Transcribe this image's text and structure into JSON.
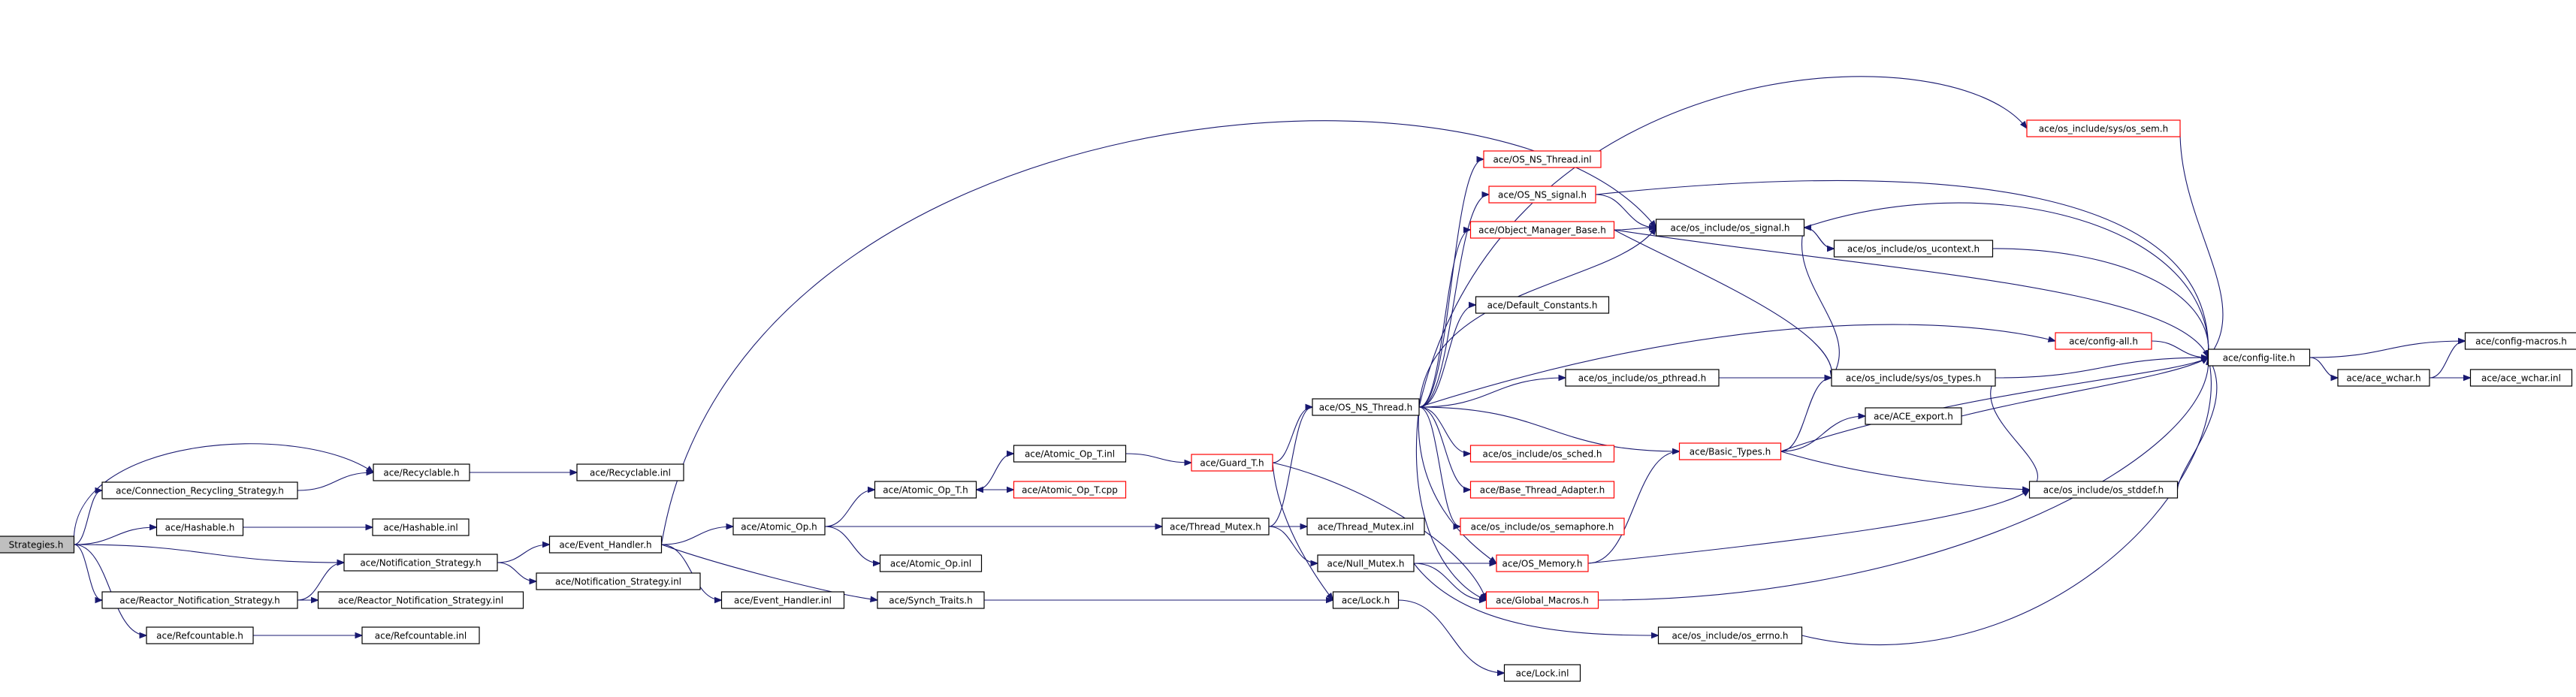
{
  "graph": {
    "kind": "include-dependency-graph",
    "colors": {
      "edge": "#191970",
      "root_fill": "#bfbfbf",
      "node_border": "#000000",
      "truncated_border": "#ff0000"
    },
    "nodes": [
      {
        "id": "strategies",
        "label": "Strategies.h",
        "style": "root"
      },
      {
        "id": "conn_recycling",
        "label": "ace/Connection_Recycling_Strategy.h",
        "style": "normal"
      },
      {
        "id": "hashable",
        "label": "ace/Hashable.h",
        "style": "normal"
      },
      {
        "id": "notification",
        "label": "ace/Notification_Strategy.h",
        "style": "normal"
      },
      {
        "id": "reactor_notif",
        "label": "ace/Reactor_Notification_Strategy.h",
        "style": "normal"
      },
      {
        "id": "refcountable",
        "label": "ace/Refcountable.h",
        "style": "normal"
      },
      {
        "id": "recyclable",
        "label": "ace/Recyclable.h",
        "style": "normal"
      },
      {
        "id": "recyclable_inl",
        "label": "ace/Recyclable.inl",
        "style": "normal"
      },
      {
        "id": "hashable_inl",
        "label": "ace/Hashable.inl",
        "style": "normal"
      },
      {
        "id": "event_handler",
        "label": "ace/Event_Handler.h",
        "style": "normal"
      },
      {
        "id": "notification_inl",
        "label": "ace/Notification_Strategy.inl",
        "style": "normal"
      },
      {
        "id": "reactor_notif_inl",
        "label": "ace/Reactor_Notification_Strategy.inl",
        "style": "normal"
      },
      {
        "id": "refcountable_inl",
        "label": "ace/Refcountable.inl",
        "style": "normal"
      },
      {
        "id": "atomic_op",
        "label": "ace/Atomic_Op.h",
        "style": "normal"
      },
      {
        "id": "event_handler_inl",
        "label": "ace/Event_Handler.inl",
        "style": "normal"
      },
      {
        "id": "synch_traits",
        "label": "ace/Synch_Traits.h",
        "style": "normal"
      },
      {
        "id": "atomic_op_t",
        "label": "ace/Atomic_Op_T.h",
        "style": "normal"
      },
      {
        "id": "atomic_op_inl",
        "label": "ace/Atomic_Op.inl",
        "style": "normal"
      },
      {
        "id": "atomic_op_t_inl",
        "label": "ace/Atomic_Op_T.inl",
        "style": "normal"
      },
      {
        "id": "atomic_op_t_cpp",
        "label": "ace/Atomic_Op_T.cpp",
        "style": "truncated"
      },
      {
        "id": "guard_t",
        "label": "ace/Guard_T.h",
        "style": "truncated"
      },
      {
        "id": "thread_mutex",
        "label": "ace/Thread_Mutex.h",
        "style": "normal"
      },
      {
        "id": "thread_mutex_inl",
        "label": "ace/Thread_Mutex.inl",
        "style": "normal"
      },
      {
        "id": "null_mutex",
        "label": "ace/Null_Mutex.h",
        "style": "normal"
      },
      {
        "id": "lock_h",
        "label": "ace/Lock.h",
        "style": "normal"
      },
      {
        "id": "lock_inl",
        "label": "ace/Lock.inl",
        "style": "normal"
      },
      {
        "id": "os_ns_thread",
        "label": "ace/OS_NS_Thread.h",
        "style": "normal"
      },
      {
        "id": "os_ns_thread_inl",
        "label": "ace/OS_NS_Thread.inl",
        "style": "truncated"
      },
      {
        "id": "os_ns_signal",
        "label": "ace/OS_NS_signal.h",
        "style": "truncated"
      },
      {
        "id": "object_manager_base",
        "label": "ace/Object_Manager_Base.h",
        "style": "truncated"
      },
      {
        "id": "default_constants",
        "label": "ace/Default_Constants.h",
        "style": "normal"
      },
      {
        "id": "os_pthread",
        "label": "ace/os_include/os_pthread.h",
        "style": "normal"
      },
      {
        "id": "os_sched",
        "label": "ace/os_include/os_sched.h",
        "style": "truncated"
      },
      {
        "id": "base_thread_adapter",
        "label": "ace/Base_Thread_Adapter.h",
        "style": "truncated"
      },
      {
        "id": "os_semaphore",
        "label": "ace/os_include/os_semaphore.h",
        "style": "truncated"
      },
      {
        "id": "os_memory",
        "label": "ace/OS_Memory.h",
        "style": "truncated"
      },
      {
        "id": "global_macros",
        "label": "ace/Global_Macros.h",
        "style": "truncated"
      },
      {
        "id": "os_errno",
        "label": "ace/os_include/os_errno.h",
        "style": "normal"
      },
      {
        "id": "os_signal",
        "label": "ace/os_include/os_signal.h",
        "style": "normal"
      },
      {
        "id": "os_ucontext",
        "label": "ace/os_include/os_ucontext.h",
        "style": "normal"
      },
      {
        "id": "os_sys_types",
        "label": "ace/os_include/sys/os_types.h",
        "style": "normal"
      },
      {
        "id": "ace_export",
        "label": "ace/ACE_export.h",
        "style": "normal"
      },
      {
        "id": "basic_types",
        "label": "ace/Basic_Types.h",
        "style": "truncated"
      },
      {
        "id": "os_stddef",
        "label": "ace/os_include/os_stddef.h",
        "style": "normal"
      },
      {
        "id": "config_all",
        "label": "ace/config-all.h",
        "style": "truncated"
      },
      {
        "id": "os_sys_sem",
        "label": "ace/os_include/sys/os_sem.h",
        "style": "truncated"
      },
      {
        "id": "config_lite",
        "label": "ace/config-lite.h",
        "style": "normal"
      },
      {
        "id": "ace_wchar",
        "label": "ace/ace_wchar.h",
        "style": "normal"
      },
      {
        "id": "config_macros",
        "label": "ace/config-macros.h",
        "style": "normal"
      },
      {
        "id": "ace_wchar_inl",
        "label": "ace/ace_wchar.inl",
        "style": "normal"
      }
    ],
    "edges": [
      [
        "strategies",
        "conn_recycling"
      ],
      [
        "strategies",
        "recyclable"
      ],
      [
        "strategies",
        "hashable"
      ],
      [
        "strategies",
        "notification"
      ],
      [
        "strategies",
        "reactor_notif"
      ],
      [
        "strategies",
        "refcountable"
      ],
      [
        "conn_recycling",
        "recyclable"
      ],
      [
        "recyclable",
        "recyclable_inl"
      ],
      [
        "hashable",
        "hashable_inl"
      ],
      [
        "notification",
        "event_handler"
      ],
      [
        "notification",
        "notification_inl"
      ],
      [
        "reactor_notif",
        "notification"
      ],
      [
        "reactor_notif",
        "reactor_notif_inl"
      ],
      [
        "refcountable",
        "refcountable_inl"
      ],
      [
        "event_handler",
        "os_signal"
      ],
      [
        "event_handler",
        "atomic_op"
      ],
      [
        "event_handler",
        "event_handler_inl"
      ],
      [
        "event_handler",
        "synch_traits"
      ],
      [
        "atomic_op",
        "atomic_op_t"
      ],
      [
        "atomic_op",
        "atomic_op_inl"
      ],
      [
        "atomic_op",
        "thread_mutex"
      ],
      [
        "atomic_op_t",
        "atomic_op_t_inl"
      ],
      [
        "atomic_op_t",
        "atomic_op_t_cpp"
      ],
      [
        "atomic_op_t_cpp",
        "atomic_op_t"
      ],
      [
        "atomic_op_t_inl",
        "guard_t"
      ],
      [
        "guard_t",
        "os_ns_thread"
      ],
      [
        "guard_t",
        "lock_h"
      ],
      [
        "guard_t",
        "global_macros"
      ],
      [
        "synch_traits",
        "lock_h"
      ],
      [
        "thread_mutex",
        "os_ns_thread"
      ],
      [
        "thread_mutex",
        "thread_mutex_inl"
      ],
      [
        "thread_mutex",
        "null_mutex"
      ],
      [
        "null_mutex",
        "os_memory"
      ],
      [
        "null_mutex",
        "global_macros"
      ],
      [
        "null_mutex",
        "os_errno"
      ],
      [
        "lock_h",
        "lock_inl"
      ],
      [
        "os_ns_thread",
        "os_ns_thread_inl"
      ],
      [
        "os_ns_thread",
        "os_ns_signal"
      ],
      [
        "os_ns_thread",
        "object_manager_base"
      ],
      [
        "os_ns_thread",
        "default_constants"
      ],
      [
        "os_ns_thread",
        "os_pthread"
      ],
      [
        "os_ns_thread",
        "os_sched"
      ],
      [
        "os_ns_thread",
        "base_thread_adapter"
      ],
      [
        "os_ns_thread",
        "os_semaphore"
      ],
      [
        "os_ns_thread",
        "os_memory"
      ],
      [
        "os_ns_thread",
        "global_macros"
      ],
      [
        "os_ns_thread",
        "basic_types"
      ],
      [
        "os_ns_thread",
        "config_all"
      ],
      [
        "os_ns_thread",
        "os_sys_sem"
      ],
      [
        "os_ns_thread",
        "os_signal"
      ],
      [
        "os_ns_signal",
        "os_signal"
      ],
      [
        "os_ns_signal",
        "config_lite"
      ],
      [
        "object_manager_base",
        "os_signal"
      ],
      [
        "object_manager_base",
        "config_lite"
      ],
      [
        "object_manager_base",
        "os_sys_types"
      ],
      [
        "os_signal",
        "os_ucontext"
      ],
      [
        "os_signal",
        "config_lite"
      ],
      [
        "os_signal",
        "os_sys_types"
      ],
      [
        "os_ucontext",
        "os_signal"
      ],
      [
        "os_ucontext",
        "config_lite"
      ],
      [
        "os_pthread",
        "os_sys_types"
      ],
      [
        "os_sys_types",
        "config_lite"
      ],
      [
        "os_sys_types",
        "os_stddef"
      ],
      [
        "basic_types",
        "ace_export"
      ],
      [
        "basic_types",
        "config_lite"
      ],
      [
        "basic_types",
        "os_stddef"
      ],
      [
        "basic_types",
        "os_sys_types"
      ],
      [
        "os_memory",
        "basic_types"
      ],
      [
        "os_memory",
        "os_stddef"
      ],
      [
        "ace_export",
        "config_lite"
      ],
      [
        "os_stddef",
        "config_lite"
      ],
      [
        "config_all",
        "config_lite"
      ],
      [
        "os_sys_sem",
        "config_lite"
      ],
      [
        "global_macros",
        "config_lite"
      ],
      [
        "os_errno",
        "config_lite"
      ],
      [
        "config_lite",
        "config_macros"
      ],
      [
        "config_lite",
        "ace_wchar"
      ],
      [
        "ace_wchar",
        "config_macros"
      ],
      [
        "ace_wchar",
        "ace_wchar_inl"
      ]
    ]
  }
}
